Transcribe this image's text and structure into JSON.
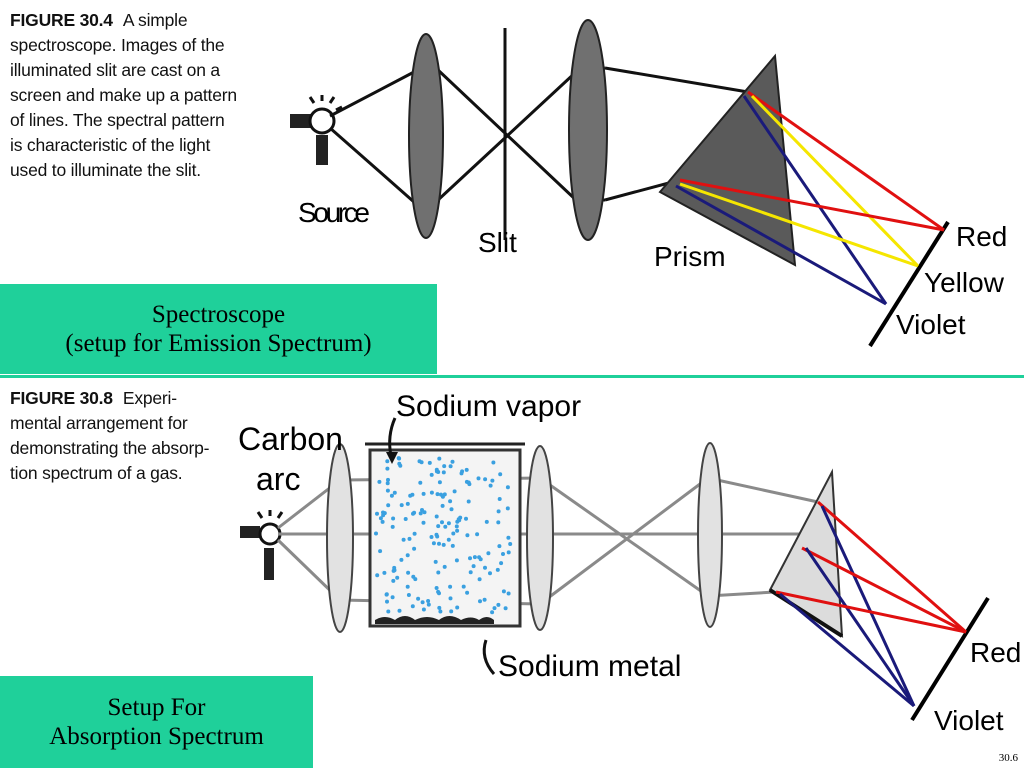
{
  "figure_top": {
    "number": "FIGURE 30.4",
    "caption_lines": [
      "A simple",
      "spectroscope.  Images of the",
      "illuminated slit are cast on a",
      "screen and make up a pattern",
      "of lines. The spectral pattern",
      "is characteristic of the light",
      "used to illuminate the slit."
    ],
    "labels": {
      "source": "Source",
      "slit": "Slit",
      "prism": "Prism",
      "red": "Red",
      "yellow": "Yellow",
      "violet": "Violet"
    },
    "title_box": {
      "line1": "Spectroscope",
      "line2": "(setup for Emission Spectrum)"
    }
  },
  "figure_bottom": {
    "number": "FIGURE 30.8",
    "caption_lines": [
      "Experi-",
      "mental arrangement for",
      "demonstrating the absorp-",
      "tion spectrum of a gas."
    ],
    "labels": {
      "carbon_arc_1": "Carbon",
      "carbon_arc_2": "arc",
      "sodium_vapor": "Sodium vapor",
      "sodium_metal": "Sodium metal",
      "red": "Red",
      "violet": "Violet"
    },
    "title_box": {
      "line1": "Setup For",
      "line2": "Absorption Spectrum"
    }
  },
  "slide_number": "30.6",
  "colors": {
    "box_green": "#1fd09a",
    "ray_red": "#e01010",
    "ray_yellow": "#f5e600",
    "ray_violet": "#1a1a7a",
    "lens_gray": "#6e6e6e",
    "prism_gray": "#5a5a5a",
    "dots_blue": "#3aa0e0"
  }
}
